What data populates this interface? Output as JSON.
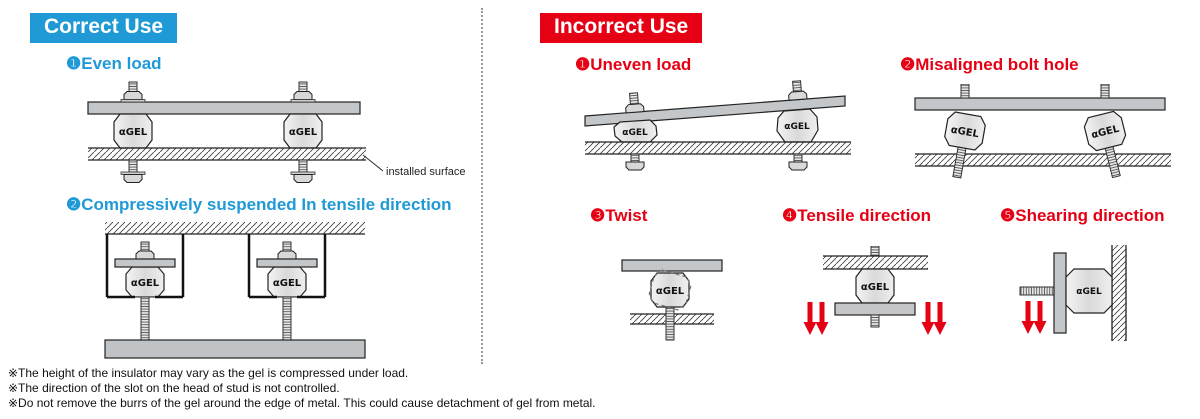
{
  "correct": {
    "header": "Correct Use",
    "item1_label": "❶Even load",
    "item2_label": "❷Compressively suspended In tensile direction",
    "installed_surface_label": "installed surface"
  },
  "incorrect": {
    "header": "Incorrect Use",
    "item1_label": "❶Uneven load",
    "item2_label": "❷Misaligned bolt hole",
    "item3_label": "❸Twist",
    "item4_label": "❹Tensile direction",
    "item5_label": "❺Shearing direction"
  },
  "gel_label": "αGEL",
  "notes": [
    "※The height of the insulator may vary as the gel is compressed under load.",
    "※The direction of the slot on the head of stud is not controlled.",
    "※Do not remove the burrs of the gel around the edge of metal. This could cause detachment of gel from metal."
  ],
  "colors": {
    "correct_accent": "#1f9ad6",
    "incorrect_accent": "#e60014",
    "plate_gray": "#c3c7c9"
  }
}
